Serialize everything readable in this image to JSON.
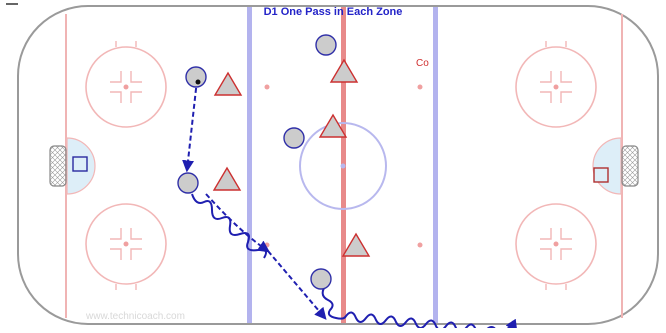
{
  "diagram": {
    "title": "D1 One Pass in Each Zone",
    "coach_label": "Co",
    "watermark": "www.technicoach.com",
    "colors": {
      "board": "#9a9a9a",
      "red_line": "#e07a7a",
      "blue_line": "#b3b3ee",
      "circle": "#f2b7b7",
      "center_circle": "#b8b8ee",
      "crease": "#ddeef8",
      "player_fill": "#cccccc",
      "player_stroke": "#3030a8",
      "cone_fill": "#cccccc",
      "cone_stroke": "#cc3030",
      "pass_arrow": "#1f1fb0",
      "skate_path": "#1f1fb0"
    },
    "legend_items": []
  }
}
